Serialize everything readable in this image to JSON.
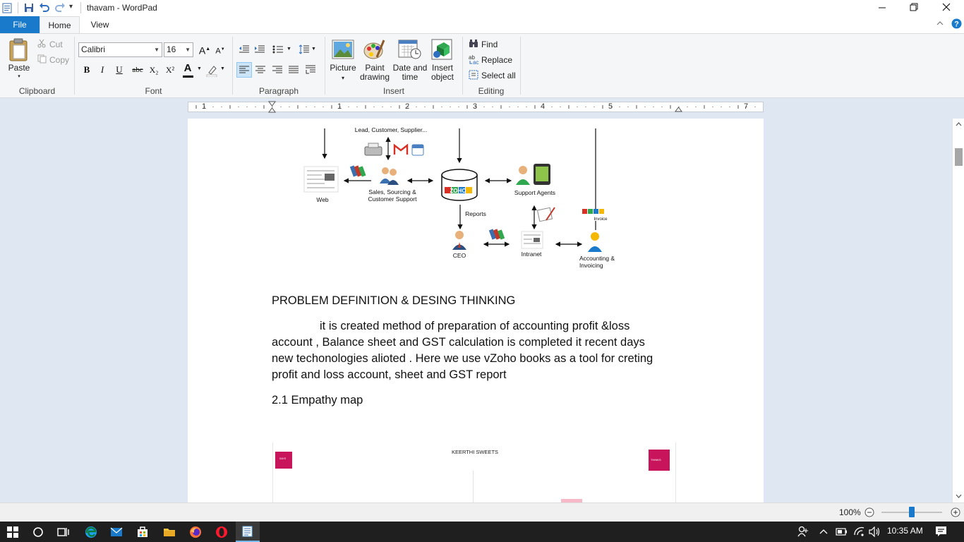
{
  "window": {
    "title": "thavam - WordPad",
    "qat_more": "▾"
  },
  "tabs": [
    "File",
    "Home",
    "View"
  ],
  "ribbon": {
    "clipboard": {
      "label": "Clipboard",
      "paste": "Paste",
      "cut": "Cut",
      "copy": "Copy"
    },
    "font": {
      "label": "Font",
      "family": "Calibri",
      "size": "16",
      "grow": "A",
      "shrink": "A",
      "bold": "B",
      "italic": "I",
      "underline": "U",
      "strike": "abc",
      "subscript": "X₂",
      "superscript": "X²",
      "color_letter": "A"
    },
    "paragraph": {
      "label": "Paragraph"
    },
    "insert": {
      "label": "Insert",
      "picture": [
        "Picture",
        "▾"
      ],
      "paint": [
        "Paint",
        "drawing"
      ],
      "datetime": [
        "Date and",
        "time"
      ],
      "object": [
        "Insert",
        "object"
      ]
    },
    "editing": {
      "label": "Editing",
      "find": "Find",
      "replace": "Replace",
      "select_all": "Select all"
    }
  },
  "ruler": {
    "numbers": [
      "1",
      "1",
      "2",
      "3",
      "4",
      "5",
      "7"
    ]
  },
  "diagram": {
    "top_label": "Lead, Customer, Supplier...",
    "web": "Web",
    "sales": [
      "Sales, Sourcing &",
      "Customer Support"
    ],
    "zoho": "ZOHO",
    "support": "Support Agents",
    "reports": "Reports",
    "invoice_logo": "ZOHO",
    "invoice_text": "Invoice",
    "ceo": "CEO",
    "intranet": "Intranet",
    "accounting": [
      "Accounting &",
      "Invoicing"
    ]
  },
  "document": {
    "heading": "PROBLEM  DEFINITION & DESING THINKING",
    "para_lines": [
      "it is created method of preparation of accounting profit &loss",
      "account , Balance sheet and GST calculation is completed it recent days",
      "new techonologies alioted . Here we use vZoho books as a tool for creting",
      "profit and loss account, sheet and GST report"
    ],
    "section": "2.1 Empathy map",
    "empathy_title": "KEERTHI SWEETS",
    "says": "SAYS",
    "thinks": "THINKS"
  },
  "status": {
    "zoom": "100%"
  },
  "taskbar": {
    "time": "10:35 AM"
  },
  "colors": {
    "file_tab": "#1979ca",
    "taskbar": "#1f1f1f",
    "accent_pink": "#c7145b",
    "doc_bg": "#dfe7f2"
  }
}
